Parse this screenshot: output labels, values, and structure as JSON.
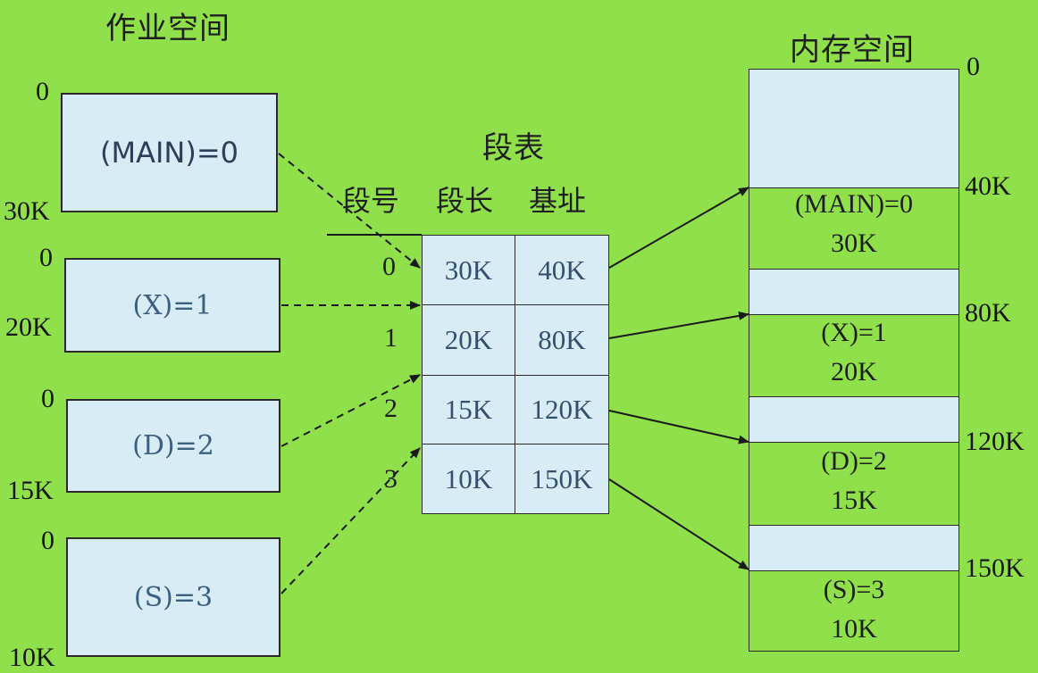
{
  "job_space": {
    "title": "作业空间",
    "segments": [
      {
        "label": "(MAIN)=0",
        "start": "0",
        "end": "30K"
      },
      {
        "label": "(X)=1",
        "start": "0",
        "end": "20K"
      },
      {
        "label": "(D)=2",
        "start": "0",
        "end": "15K"
      },
      {
        "label": "(S)=3",
        "start": "0",
        "end": "10K"
      }
    ]
  },
  "segment_table": {
    "title": "段表",
    "headers": [
      "段号",
      "段长",
      "基址"
    ],
    "rows": [
      {
        "num": "0",
        "length": "30K",
        "base": "40K"
      },
      {
        "num": "1",
        "length": "20K",
        "base": "80K"
      },
      {
        "num": "2",
        "length": "15K",
        "base": "120K"
      },
      {
        "num": "3",
        "length": "10K",
        "base": "150K"
      }
    ]
  },
  "memory_space": {
    "title": "内存空间",
    "addresses": [
      "0",
      "40K",
      "80K",
      "120K",
      "150K"
    ],
    "segments": [
      {
        "label": "(MAIN)=0",
        "size": "30K"
      },
      {
        "label": "(X)=1",
        "size": "20K"
      },
      {
        "label": "(D)=2",
        "size": "15K"
      },
      {
        "label": "(S)=3",
        "size": "10K"
      }
    ]
  }
}
